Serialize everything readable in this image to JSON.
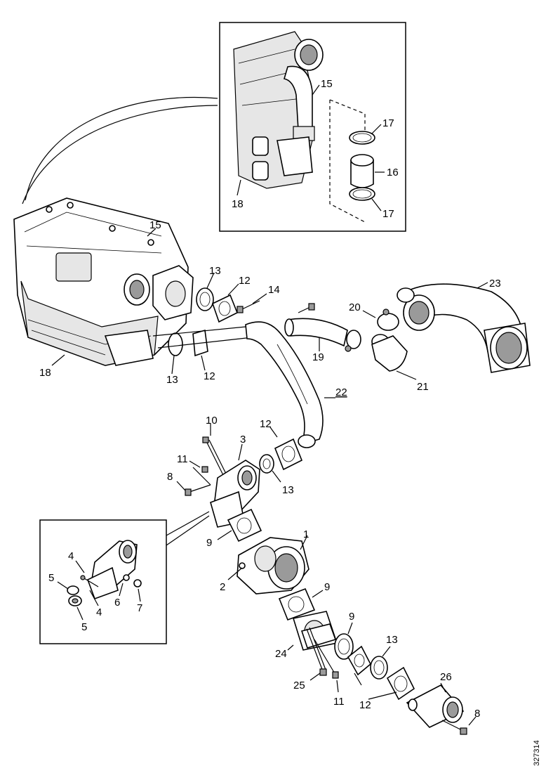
{
  "diagram": {
    "document_number": "327314",
    "labels": {
      "i15": "15",
      "i17a": "17",
      "i16": "16",
      "i17b": "17",
      "i18": "18",
      "m15": "15",
      "m13a": "13",
      "m12a": "12",
      "m14": "14",
      "m20": "20",
      "m23": "23",
      "m18": "18",
      "m13b": "13",
      "m12b": "12",
      "m19": "19",
      "m21": "21",
      "m22": "22",
      "m10": "10",
      "m12c": "12",
      "m3": "3",
      "m11a": "11",
      "m8a": "8",
      "m13c": "13",
      "m9a": "9",
      "m1": "1",
      "m2": "2",
      "m9b": "9",
      "m9c": "9",
      "m13d": "13",
      "m24": "24",
      "m26": "26",
      "m25": "25",
      "m11b": "11",
      "m12d": "12",
      "m8b": "8",
      "d4a": "4",
      "d5a": "5",
      "d6": "6",
      "d7": "7",
      "d4b": "4",
      "d5b": "5"
    }
  }
}
